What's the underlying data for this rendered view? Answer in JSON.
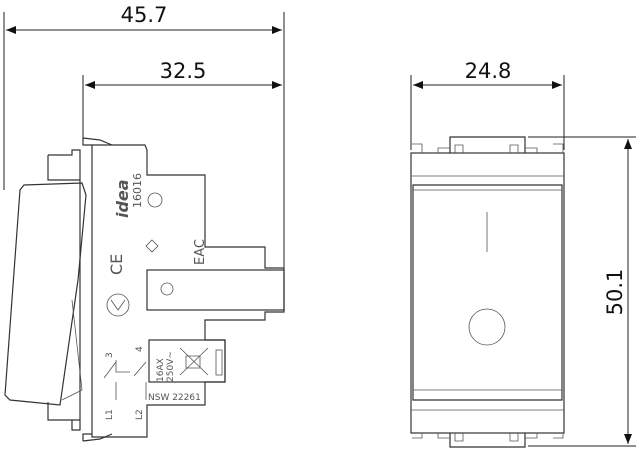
{
  "dimensions": {
    "overall_depth": "45.7",
    "body_depth": "32.5",
    "width": "24.8",
    "height": "50.1"
  },
  "side_markings": {
    "brand": "idea",
    "code": "16016",
    "rating_current": "16AX",
    "rating_voltage": "250V~",
    "standard": "NSW 22261",
    "terminal_l1": "L1",
    "terminal_l2": "L2",
    "terminal_3": "3",
    "terminal_4": "4",
    "eac": "EAC",
    "ce": "CE"
  },
  "colors": {
    "line": "#333333",
    "background": "#ffffff"
  }
}
